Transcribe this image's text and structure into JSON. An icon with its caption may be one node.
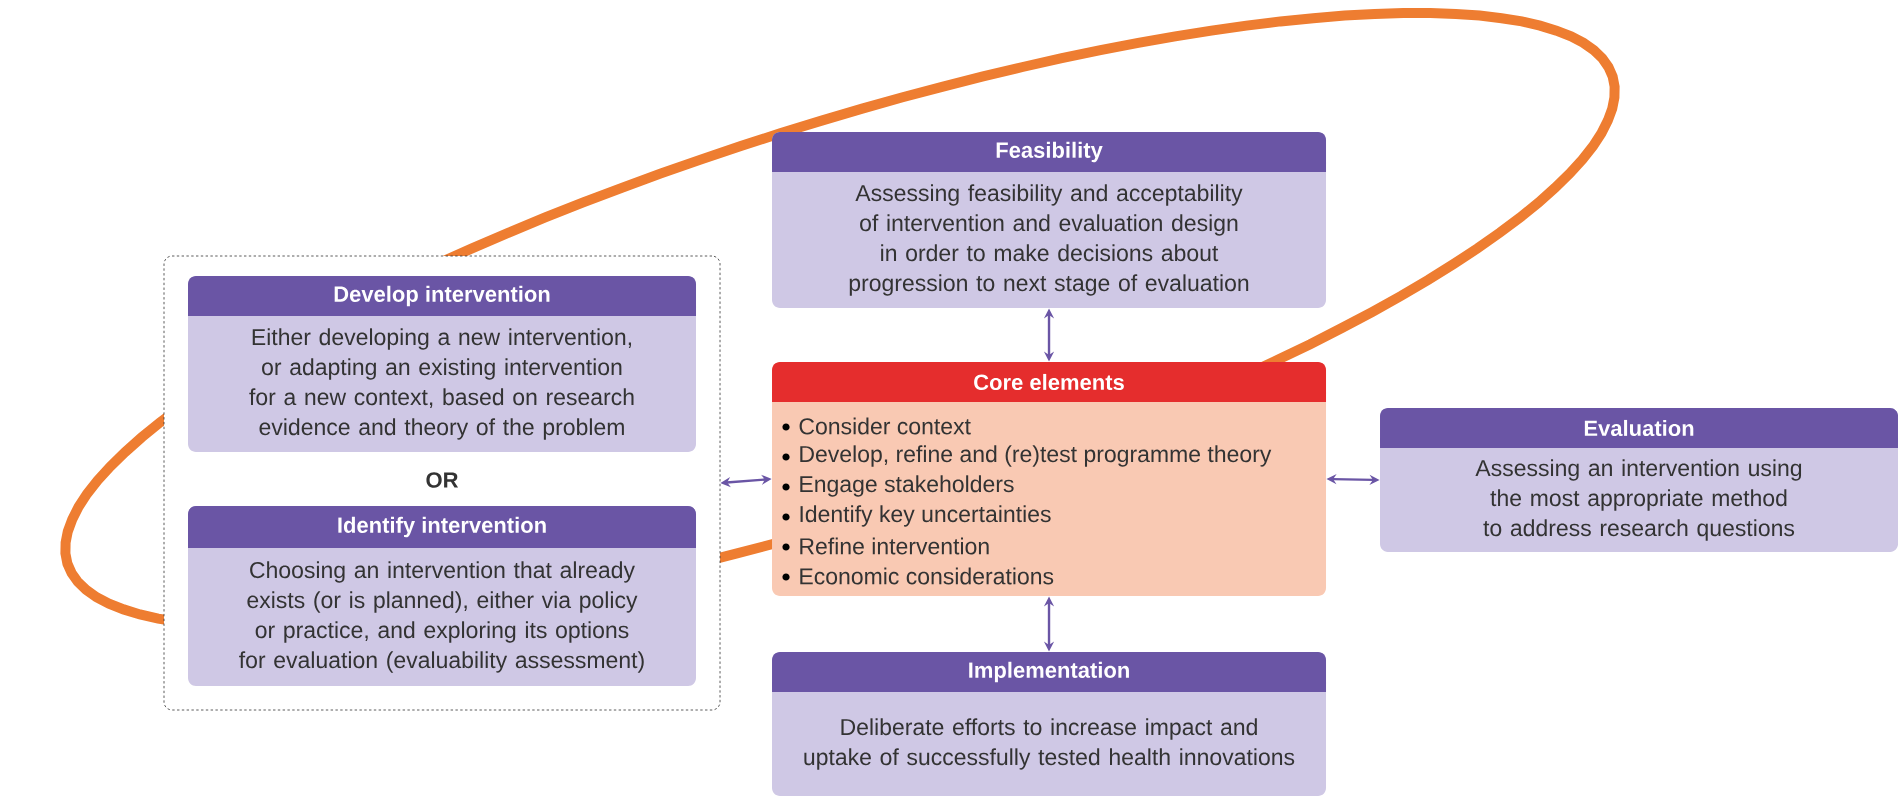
{
  "diagram": {
    "nodes": [
      {
        "text": [],
        "shape": "box"
      },
      {
        "text": [
          "Develop intervention",
          "Either developing a new intervention, or adapting an existing intervention for a new context, based on research evidence and theory of the problem"
        ],
        "in": 0
      },
      {
        "text": [
          "Identify intervention",
          "Choosing an intervention that already exists (or is planned), either via policy or practice, and exploring its options for evaluation (evaluability assessment)"
        ],
        "in": 0
      },
      {
        "text": [
          "Feasibility",
          "Assessing feasibility and acceptability of intervention and evaluation design in order to make decisions about progression to next stage of evaluation"
        ]
      },
      {
        "text": [
          "Core elements",
          "Consider context",
          "Develop, refine and (re)test programme theory",
          "Engage stakeholders",
          "Identify key uncertainties",
          "Refine intervention",
          "Economic considerations"
        ]
      },
      {
        "text": [
          "Evaluation",
          "Assessing an intervention using the most appropriate method to address research questions"
        ]
      },
      {
        "text": [
          "Implementation",
          "Deliberate efforts to increase impact and uptake of successfully tested health innovations"
        ]
      }
    ],
    "edges": [
      {
        "from": 4,
        "to": 3,
        "arrow": "both"
      },
      {
        "from": 4,
        "to": 0,
        "arrow": "both"
      },
      {
        "from": 4,
        "to": 5,
        "arrow": "both"
      },
      {
        "from": 4,
        "to": 6,
        "arrow": "both"
      }
    ],
    "labels": [
      "OR"
    ]
  }
}
